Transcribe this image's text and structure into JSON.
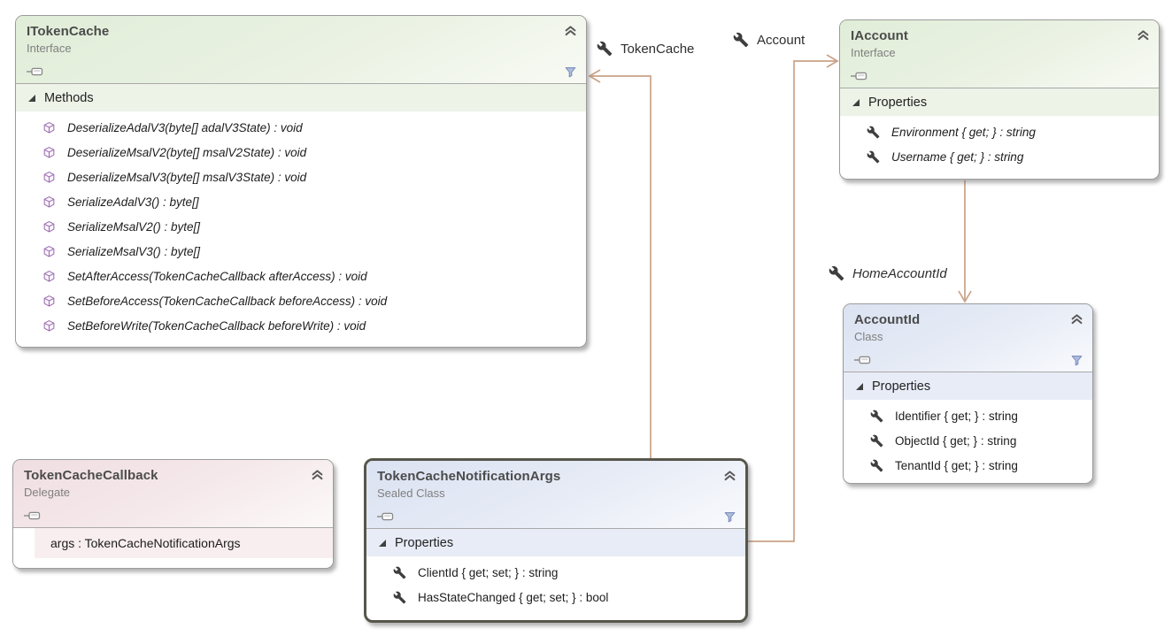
{
  "diagram_type": "class-diagram",
  "colors": {
    "connector": "#c9a287",
    "interface_header": "#e0edd8",
    "class_header": "#dbe2f1",
    "delegate_header": "#f0dee1",
    "interface_section": "#edf3e7",
    "class_section": "#e7ecf7",
    "delegate_row": "#f8eef0",
    "box_border": "#9b9b9b",
    "selected_border": "#56564c",
    "method_icon": "#9a6ab0",
    "property_icon": "#3e3e3e",
    "title_text": "#4b4b4b",
    "kind_text": "#7f7f7f"
  },
  "boxes": {
    "itokencache": {
      "title": "ITokenCache",
      "kind": "Interface",
      "section_label": "Methods",
      "members": [
        "DeserializeAdalV3(byte[] adalV3State) : void",
        "DeserializeMsalV2(byte[] msalV2State) : void",
        "DeserializeMsalV3(byte[] msalV3State) : void",
        "SerializeAdalV3() : byte[]",
        "SerializeMsalV2() : byte[]",
        "SerializeMsalV3() : byte[]",
        "SetAfterAccess(TokenCacheCallback afterAccess) : void",
        "SetBeforeAccess(TokenCacheCallback beforeAccess) : void",
        "SetBeforeWrite(TokenCacheCallback beforeWrite) : void"
      ]
    },
    "iaccount": {
      "title": "IAccount",
      "kind": "Interface",
      "section_label": "Properties",
      "members": [
        "Environment { get; } : string",
        "Username { get; } : string"
      ]
    },
    "accountid": {
      "title": "AccountId",
      "kind": "Class",
      "section_label": "Properties",
      "members": [
        "Identifier { get; } : string",
        "ObjectId { get; } : string",
        "TenantId { get; } : string"
      ]
    },
    "tokencachecallback": {
      "title": "TokenCacheCallback",
      "kind": "Delegate",
      "body_text": "args : TokenCacheNotificationArgs"
    },
    "tokencachenotificationargs": {
      "title": "TokenCacheNotificationArgs",
      "kind": "Sealed Class",
      "section_label": "Properties",
      "members": [
        "ClientId { get; set; } : string",
        "HasStateChanged { get; set; } : bool"
      ]
    }
  },
  "connector_labels": {
    "token_cache": "TokenCache",
    "account": "Account",
    "home_account_id": "HomeAccountId"
  }
}
